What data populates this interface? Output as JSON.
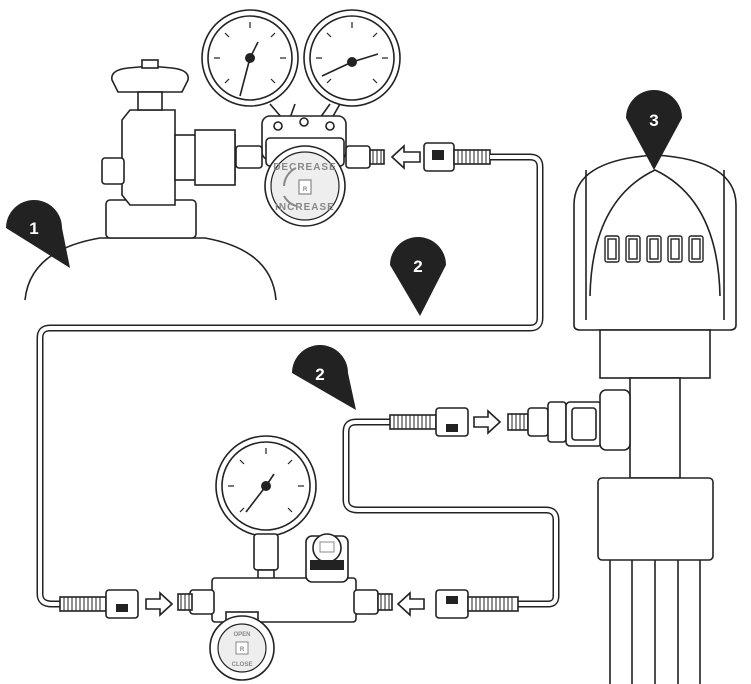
{
  "markers": [
    {
      "id": "cylinder",
      "label": "1"
    },
    {
      "id": "hose-top",
      "label": "2"
    },
    {
      "id": "hose-side",
      "label": "2"
    },
    {
      "id": "meter",
      "label": "3"
    }
  ],
  "regulator": {
    "decrease_label": "DECREASE",
    "increase_label": "INCREASE",
    "logo": "R"
  },
  "valve": {
    "open_label": "OPEN",
    "close_label": "CLOSE",
    "logo": "R"
  },
  "colors": {
    "outline": "#222222",
    "marker_fill": "#111111",
    "knob_fill": "#dddddd"
  }
}
